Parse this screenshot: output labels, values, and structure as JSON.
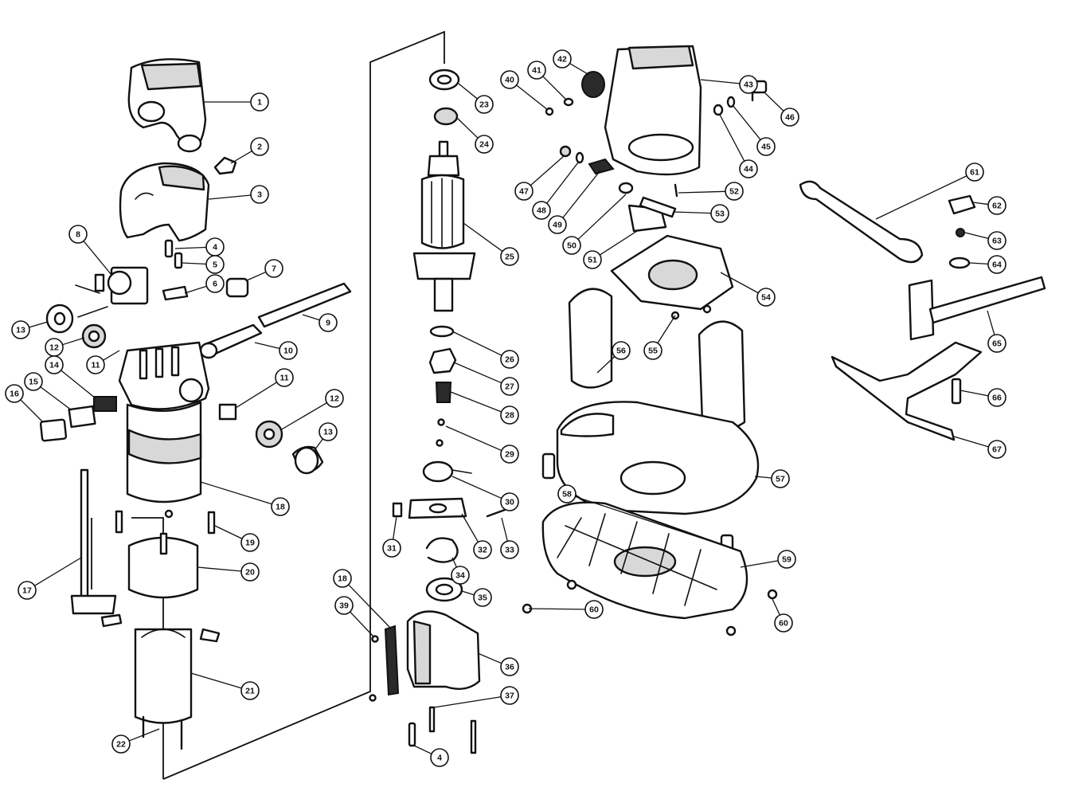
{
  "diagram": {
    "callouts": [
      {
        "id": "c1",
        "label": "1"
      },
      {
        "id": "c2",
        "label": "2"
      },
      {
        "id": "c3",
        "label": "3"
      },
      {
        "id": "c4a",
        "label": "4"
      },
      {
        "id": "c5",
        "label": "5"
      },
      {
        "id": "c6",
        "label": "6"
      },
      {
        "id": "c7",
        "label": "7"
      },
      {
        "id": "c8",
        "label": "8"
      },
      {
        "id": "c9",
        "label": "9"
      },
      {
        "id": "c10",
        "label": "10"
      },
      {
        "id": "c11a",
        "label": "11"
      },
      {
        "id": "c11b",
        "label": "11"
      },
      {
        "id": "c12a",
        "label": "12"
      },
      {
        "id": "c12b",
        "label": "12"
      },
      {
        "id": "c13a",
        "label": "13"
      },
      {
        "id": "c13b",
        "label": "13"
      },
      {
        "id": "c14",
        "label": "14"
      },
      {
        "id": "c15",
        "label": "15"
      },
      {
        "id": "c16",
        "label": "16"
      },
      {
        "id": "c17",
        "label": "17"
      },
      {
        "id": "c18a",
        "label": "18"
      },
      {
        "id": "c18b",
        "label": "18"
      },
      {
        "id": "c19",
        "label": "19"
      },
      {
        "id": "c20",
        "label": "20"
      },
      {
        "id": "c21",
        "label": "21"
      },
      {
        "id": "c22",
        "label": "22"
      },
      {
        "id": "c23",
        "label": "23"
      },
      {
        "id": "c24",
        "label": "24"
      },
      {
        "id": "c25",
        "label": "25"
      },
      {
        "id": "c26",
        "label": "26"
      },
      {
        "id": "c27",
        "label": "27"
      },
      {
        "id": "c28",
        "label": "28"
      },
      {
        "id": "c29",
        "label": "29"
      },
      {
        "id": "c30",
        "label": "30"
      },
      {
        "id": "c31",
        "label": "31"
      },
      {
        "id": "c32",
        "label": "32"
      },
      {
        "id": "c33",
        "label": "33"
      },
      {
        "id": "c34",
        "label": "34"
      },
      {
        "id": "c35",
        "label": "35"
      },
      {
        "id": "c36",
        "label": "36"
      },
      {
        "id": "c37",
        "label": "37"
      },
      {
        "id": "c39",
        "label": "39"
      },
      {
        "id": "c4b",
        "label": "4"
      },
      {
        "id": "c40",
        "label": "40"
      },
      {
        "id": "c41",
        "label": "41"
      },
      {
        "id": "c42",
        "label": "42"
      },
      {
        "id": "c43",
        "label": "43"
      },
      {
        "id": "c44",
        "label": "44"
      },
      {
        "id": "c45",
        "label": "45"
      },
      {
        "id": "c46",
        "label": "46"
      },
      {
        "id": "c47",
        "label": "47"
      },
      {
        "id": "c48",
        "label": "48"
      },
      {
        "id": "c49",
        "label": "49"
      },
      {
        "id": "c50",
        "label": "50"
      },
      {
        "id": "c51",
        "label": "51"
      },
      {
        "id": "c52",
        "label": "52"
      },
      {
        "id": "c53",
        "label": "53"
      },
      {
        "id": "c54",
        "label": "54"
      },
      {
        "id": "c55",
        "label": "55"
      },
      {
        "id": "c56",
        "label": "56"
      },
      {
        "id": "c57",
        "label": "57"
      },
      {
        "id": "c58",
        "label": "58"
      },
      {
        "id": "c59",
        "label": "59"
      },
      {
        "id": "c60a",
        "label": "60"
      },
      {
        "id": "c60b",
        "label": "60"
      },
      {
        "id": "c61",
        "label": "61"
      },
      {
        "id": "c62",
        "label": "62"
      },
      {
        "id": "c63",
        "label": "63"
      },
      {
        "id": "c64",
        "label": "64"
      },
      {
        "id": "c65",
        "label": "65"
      },
      {
        "id": "c66",
        "label": "66"
      },
      {
        "id": "c67",
        "label": "67"
      }
    ]
  }
}
